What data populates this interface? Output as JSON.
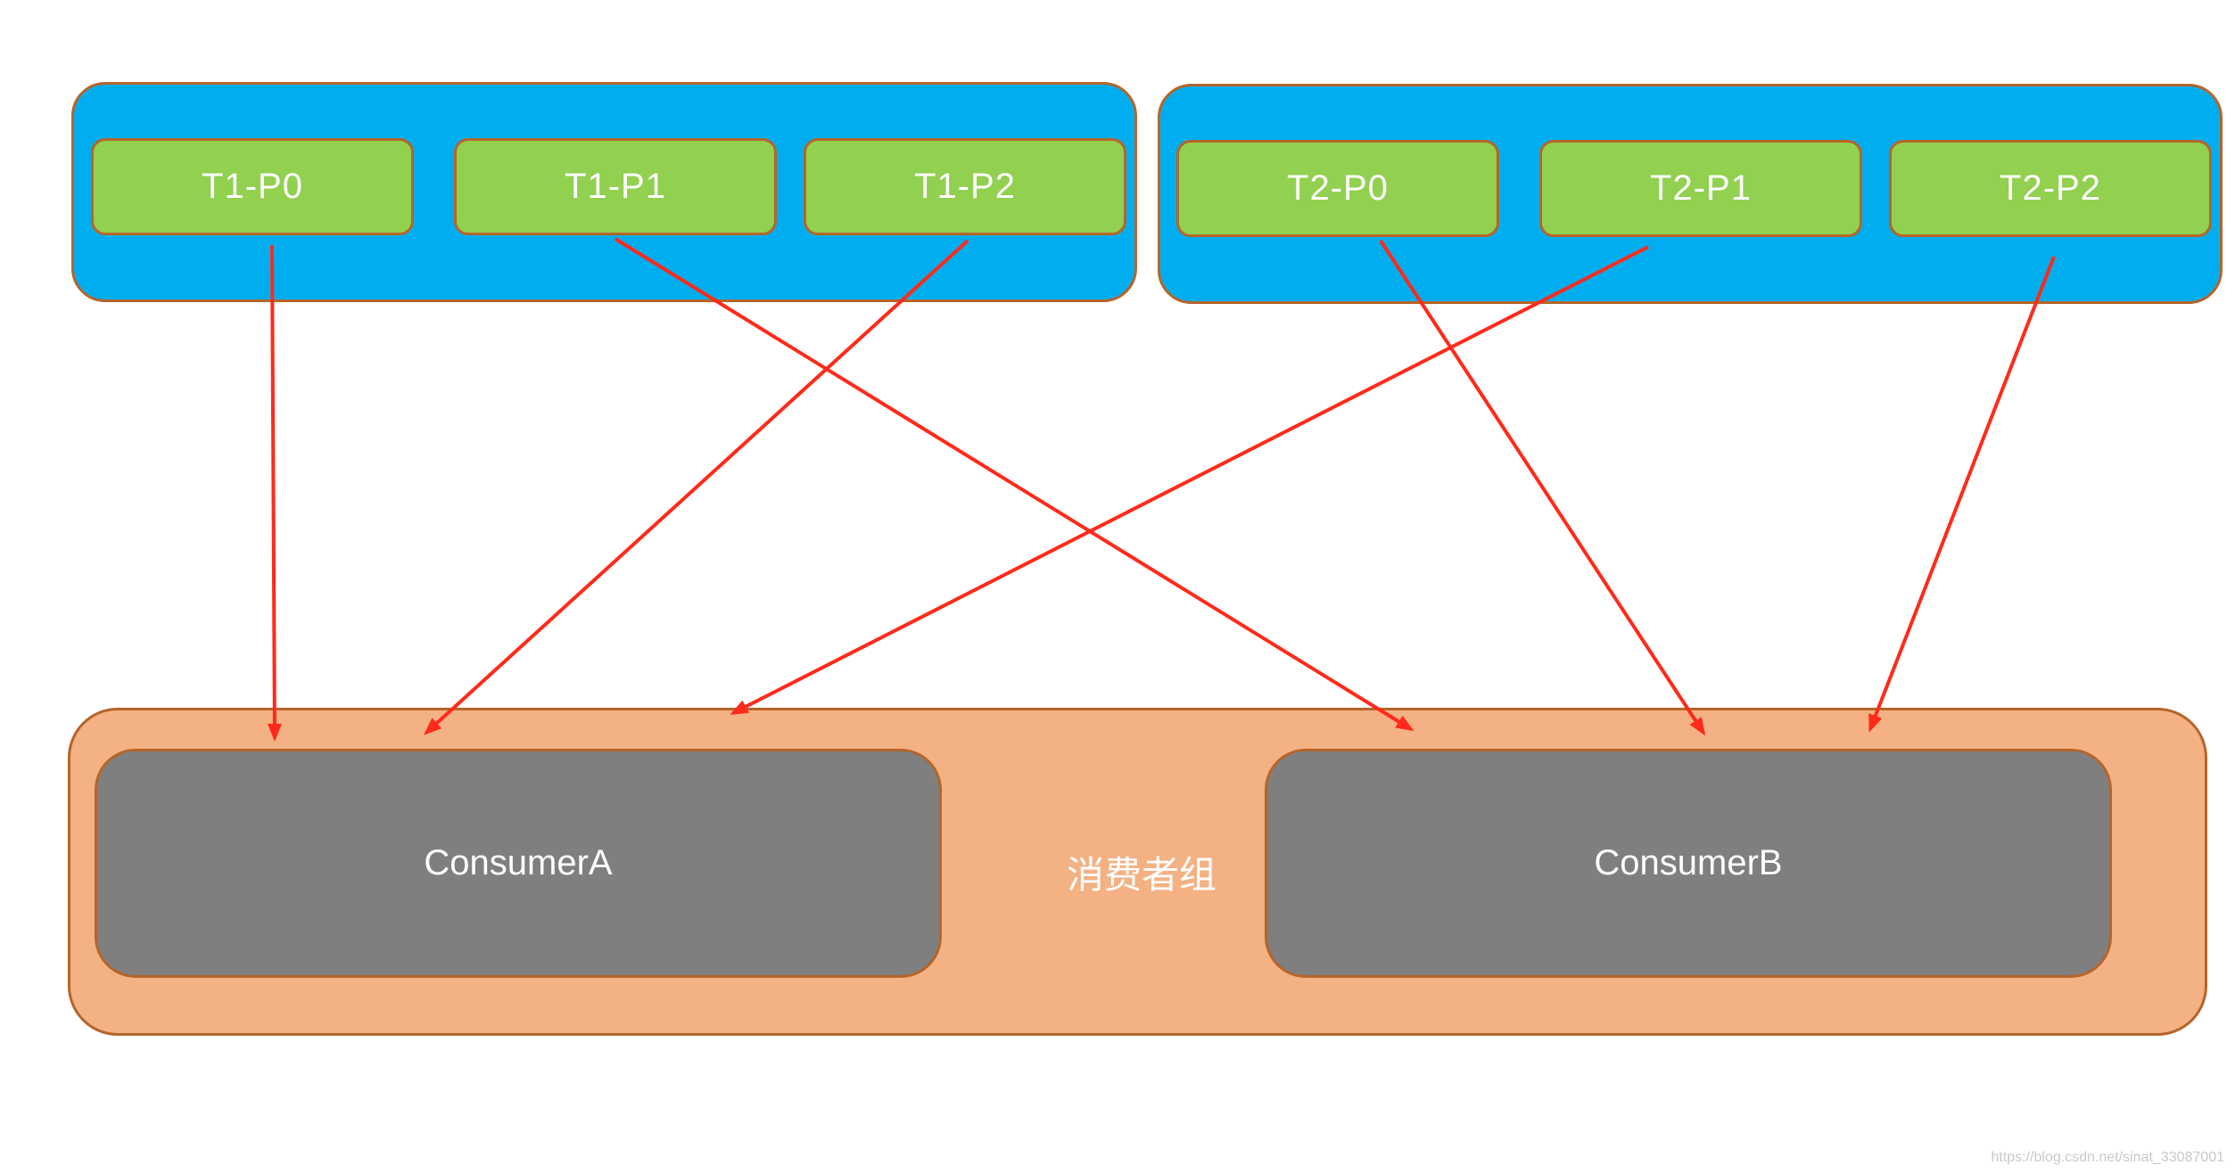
{
  "topics": [
    {
      "partitions": [
        "T1-P0",
        "T1-P1",
        "T1-P2"
      ]
    },
    {
      "partitions": [
        "T2-P0",
        "T2-P1",
        "T2-P2"
      ]
    }
  ],
  "group": {
    "label": "消费者组",
    "consumers": [
      "ConsumerA",
      "ConsumerB"
    ]
  },
  "assignments": [
    {
      "from": "T1-P0",
      "to": "ConsumerA"
    },
    {
      "from": "T1-P1",
      "to": "ConsumerB"
    },
    {
      "from": "T1-P2",
      "to": "ConsumerA"
    },
    {
      "from": "T2-P0",
      "to": "ConsumerB"
    },
    {
      "from": "T2-P1",
      "to": "ConsumerA"
    },
    {
      "from": "T2-P2",
      "to": "ConsumerB"
    }
  ],
  "colors": {
    "topic": "#00aeef",
    "partition": "#92d050",
    "group": "#f4b183",
    "consumer": "#7f7f7f",
    "border": "#b5652a",
    "arrow": "#ff2a1a"
  },
  "watermark": "https://blog.csdn.net/sinat_33087001"
}
